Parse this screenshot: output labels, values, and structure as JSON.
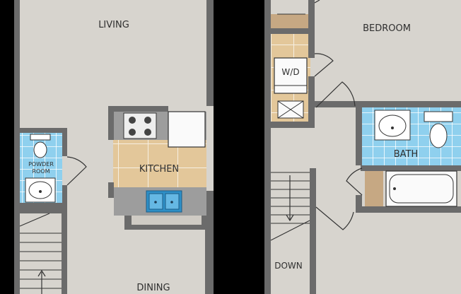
{
  "floorplan": {
    "rooms": {
      "living": "LIVING",
      "kitchen": "KITCHEN",
      "powder_room_line1": "POWDER",
      "powder_room_line2": "ROOM",
      "dining": "DINING",
      "bedroom": "BEDROOM",
      "bath": "BATH",
      "down": "DOWN",
      "washer_dryer": "W/D"
    }
  },
  "colors": {
    "background": "#000000",
    "floor": "#d7d4ce",
    "wall": "#6b6b6b",
    "tile_blue": "#8fd0ee",
    "kitchen_floor": "#e3c79a",
    "counter": "#9d9d9d",
    "cabinet_brown": "#c6a883",
    "sink_blue": "#2e8fc6"
  }
}
